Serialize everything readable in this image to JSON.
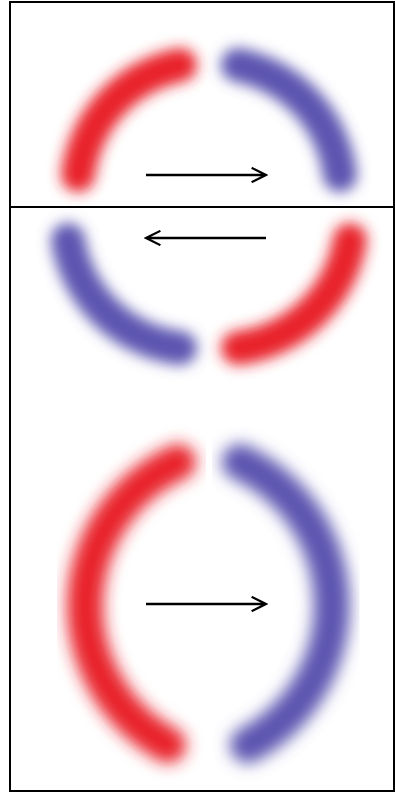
{
  "figure": {
    "panels": [
      {
        "id": "top",
        "arrow_direction": "right"
      },
      {
        "id": "middle",
        "arrow_direction": "left"
      },
      {
        "id": "bottom",
        "arrow_direction": "right"
      }
    ],
    "colors": {
      "red": "#e8202a",
      "blue": "#5b55b0",
      "frame": "#000000",
      "arrow": "#000000",
      "background": "#ffffff"
    }
  }
}
